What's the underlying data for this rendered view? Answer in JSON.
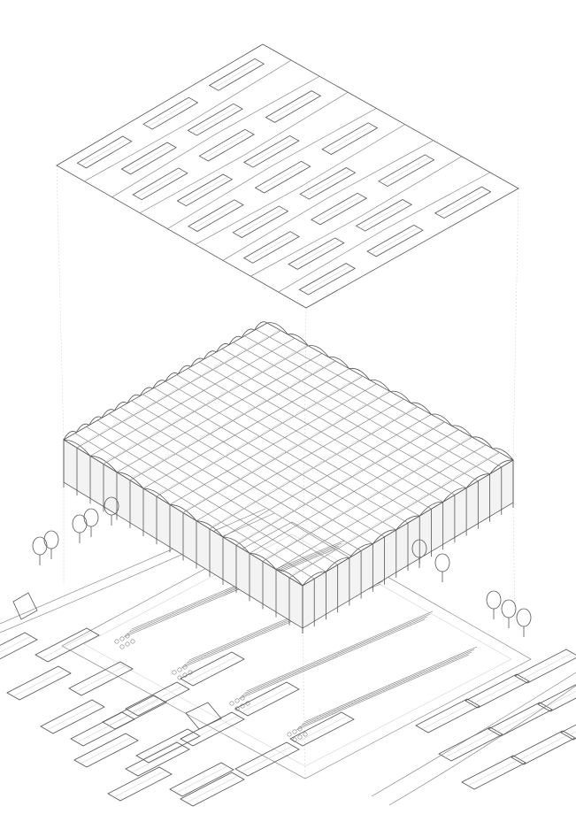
{
  "figure": {
    "title": "",
    "layers": [
      "roof",
      "structure",
      "ground"
    ],
    "background": "#ffffff",
    "line_color": "#555555"
  }
}
